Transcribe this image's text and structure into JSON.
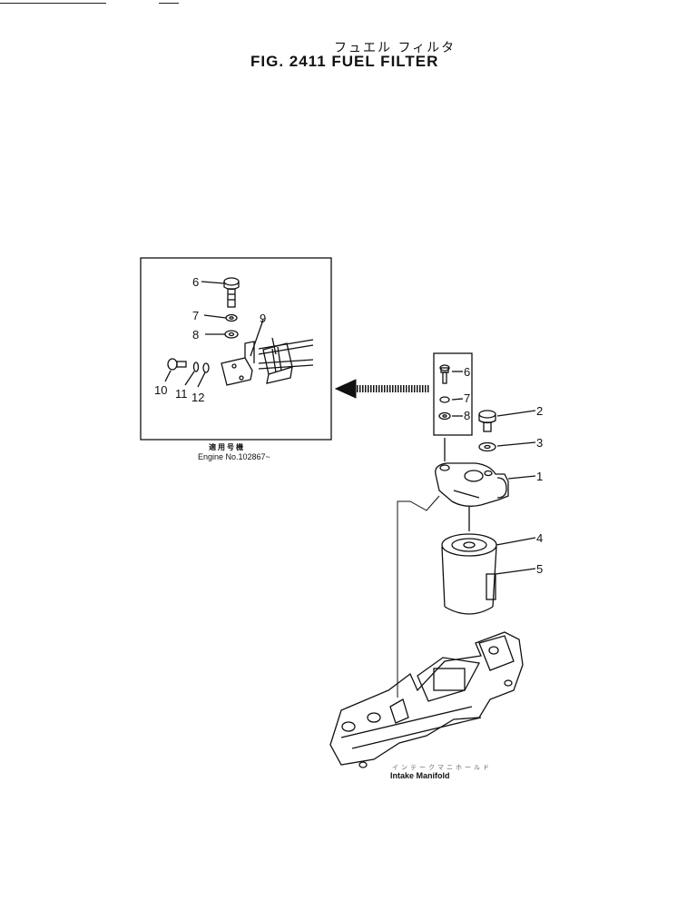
{
  "header": {
    "title_jp": "フュエル フィルタ",
    "title": "FIG. 2411  FUEL  FILTER"
  },
  "inset": {
    "caption_jp": "適用号機",
    "caption": "Engine No.102867~"
  },
  "manifold": {
    "caption_jp": "インテークマニホールド",
    "caption": "Intake  Manifold"
  },
  "callouts": {
    "inset": [
      "6",
      "7",
      "8",
      "9",
      "10",
      "11",
      "12"
    ],
    "mini": [
      "6",
      "7",
      "8"
    ],
    "main": [
      "2",
      "3",
      "1",
      "4",
      "5"
    ]
  }
}
